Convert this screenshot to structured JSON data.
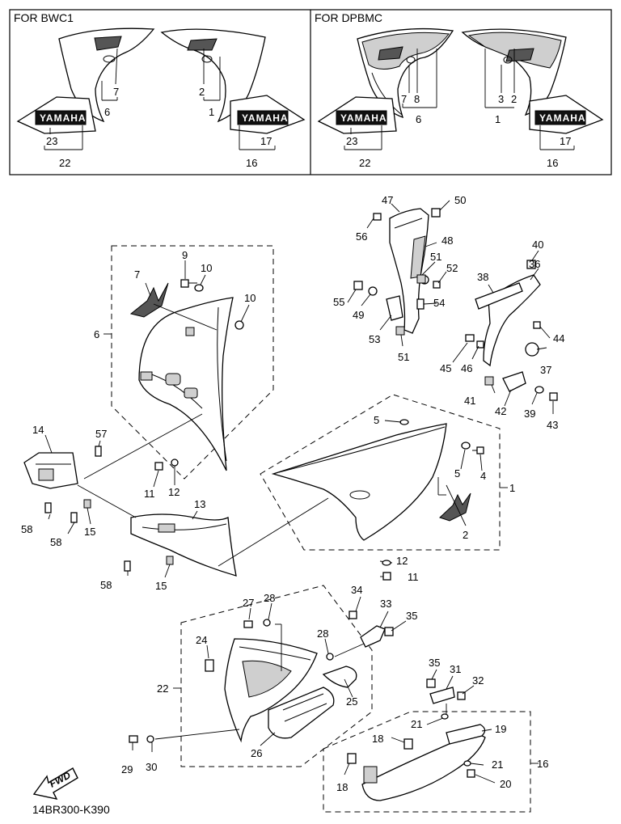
{
  "header": {
    "left_panel_title": "FOR BWC1",
    "right_panel_title": "FOR DPBMC"
  },
  "logos": {
    "brand_text": "YAMAHA"
  },
  "badges": {
    "fwd_text": "FWD"
  },
  "footer": {
    "diagram_code": "14BR300-K390"
  },
  "callouts": {
    "c1": "1",
    "c2": "2",
    "c3": "3",
    "c4": "4",
    "c5": "5",
    "c6": "6",
    "c7": "7",
    "c8": "8",
    "c9": "9",
    "c10": "10",
    "c11": "11",
    "c12": "12",
    "c13": "13",
    "c14": "14",
    "c15": "15",
    "c16": "16",
    "c17": "17",
    "c18": "18",
    "c19": "19",
    "c20": "20",
    "c21": "21",
    "c22": "22",
    "c23": "23",
    "c24": "24",
    "c25": "25",
    "c26": "26",
    "c27": "27",
    "c28": "28",
    "c29": "29",
    "c30": "30",
    "c31": "31",
    "c32": "32",
    "c33": "33",
    "c34": "34",
    "c35": "35",
    "c36": "36",
    "c37": "37",
    "c38": "38",
    "c39": "39",
    "c40": "40",
    "c41": "41",
    "c42": "42",
    "c43": "43",
    "c44": "44",
    "c45": "45",
    "c46": "46",
    "c47": "47",
    "c48": "48",
    "c49": "49",
    "c50": "50",
    "c51": "51",
    "c52": "52",
    "c53": "53",
    "c54": "54",
    "c55": "55",
    "c56": "56",
    "c57": "57",
    "c58": "58"
  }
}
